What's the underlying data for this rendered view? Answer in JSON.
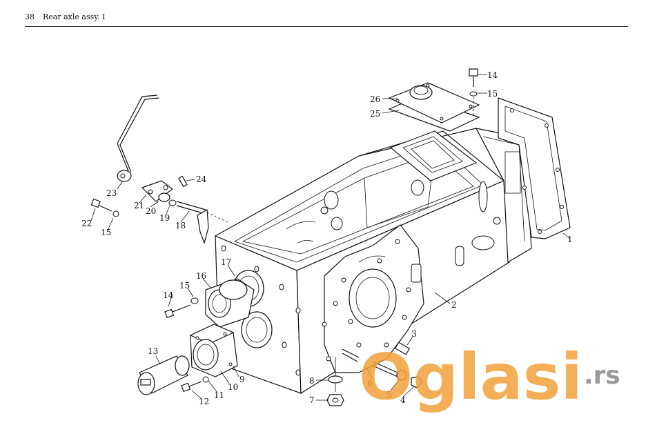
{
  "header": {
    "page_number": "38",
    "title": "Rear axle assy. I"
  },
  "callouts": [
    "1",
    "2",
    "3",
    "4",
    "5",
    "6",
    "7",
    "8",
    "9",
    "10",
    "11",
    "12",
    "13",
    "14",
    "14",
    "15",
    "15",
    "15",
    "16",
    "17",
    "18",
    "19",
    "20",
    "21",
    "22",
    "23",
    "24",
    "25",
    "26"
  ],
  "watermark": {
    "brand": "Oglasi",
    "tld": ".rs",
    "color": "#f1a13a",
    "tld_color": "#888888"
  }
}
